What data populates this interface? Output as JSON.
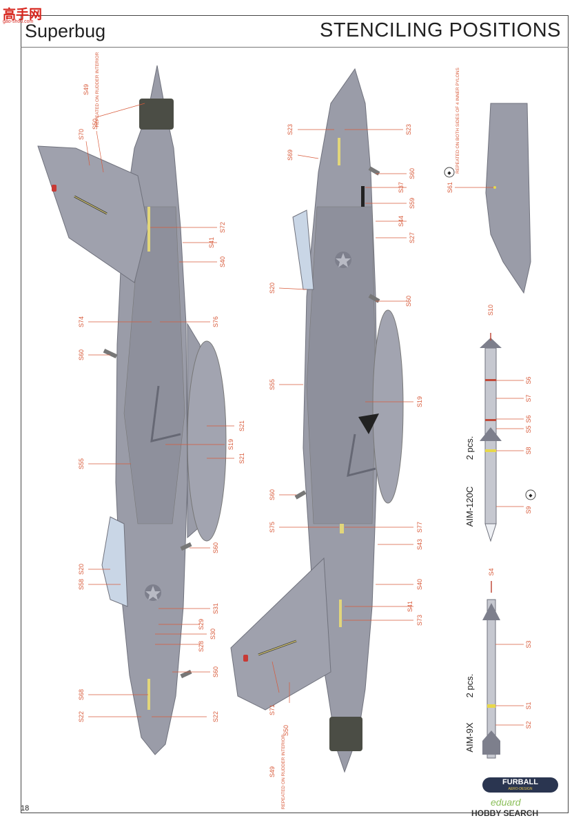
{
  "watermark": {
    "main": "高手网",
    "sub": "gao-shou.com"
  },
  "header": {
    "left_title": "Superbug",
    "right_title": "STENCILING POSITIONS"
  },
  "page_number": "18",
  "notes": {
    "rudder_top": "REPEATED ON RUDDER INTERIOR",
    "rudder_bottom": "REPEATED ON RUDDER INTERIOR",
    "pylon": "REPEATED ON BOTH SIDES OF 4 INNER PYLONS"
  },
  "missiles": {
    "aim120": {
      "name": "AIM-120C",
      "qty": "2 pcs."
    },
    "aim9": {
      "name": "AIM-9X",
      "qty": "2 pcs."
    }
  },
  "labels": {
    "left": {
      "s49": "S49",
      "s70": "S70",
      "s50": "S50",
      "s72": "S72",
      "s41": "S41",
      "s40": "S40",
      "s74": "S74",
      "s76": "S76",
      "s60a": "S60",
      "s21a": "S21",
      "s19": "S19",
      "s21b": "S21",
      "s55": "S55",
      "s60b": "S60",
      "s20": "S20",
      "s58": "S58",
      "s31": "S31",
      "s29": "S29",
      "s30": "S30",
      "s28": "S28",
      "s60c": "S60",
      "s68": "S68",
      "s22a": "S22",
      "s22b": "S22"
    },
    "right": {
      "s23a": "S23",
      "s23b": "S23",
      "s69": "S69",
      "s60a": "S60",
      "s37": "S37",
      "s59": "S59",
      "s44": "S44",
      "s27": "S27",
      "s20": "S20",
      "s60b": "S60",
      "s55": "S55",
      "s19": "S19",
      "s60c": "S60",
      "s75": "S75",
      "s77": "S77",
      "s43": "S43",
      "s40": "S40",
      "s41": "S41",
      "s73": "S73",
      "s71": "S71",
      "s50": "S50",
      "s49": "S49"
    },
    "pylon": {
      "s61": "S61"
    },
    "aim120": {
      "s10": "S10",
      "s6a": "S6",
      "s7": "S7",
      "s6b": "S6",
      "s5": "S5",
      "s8": "S8",
      "s9": "S9"
    },
    "aim9": {
      "s4": "S4",
      "s3": "S3",
      "s1": "S1",
      "s2": "S2"
    }
  },
  "logos": {
    "furball": "FURBALL",
    "furball_sub": "AERO-DESIGN",
    "eduard": "eduard",
    "hobby": "HOBBY SEARCH"
  },
  "colors": {
    "aircraft": "#9a9ca8",
    "aircraft_dark": "#7d7f8c",
    "label": "#d85a3a",
    "canopy": "#c9d6e6"
  }
}
